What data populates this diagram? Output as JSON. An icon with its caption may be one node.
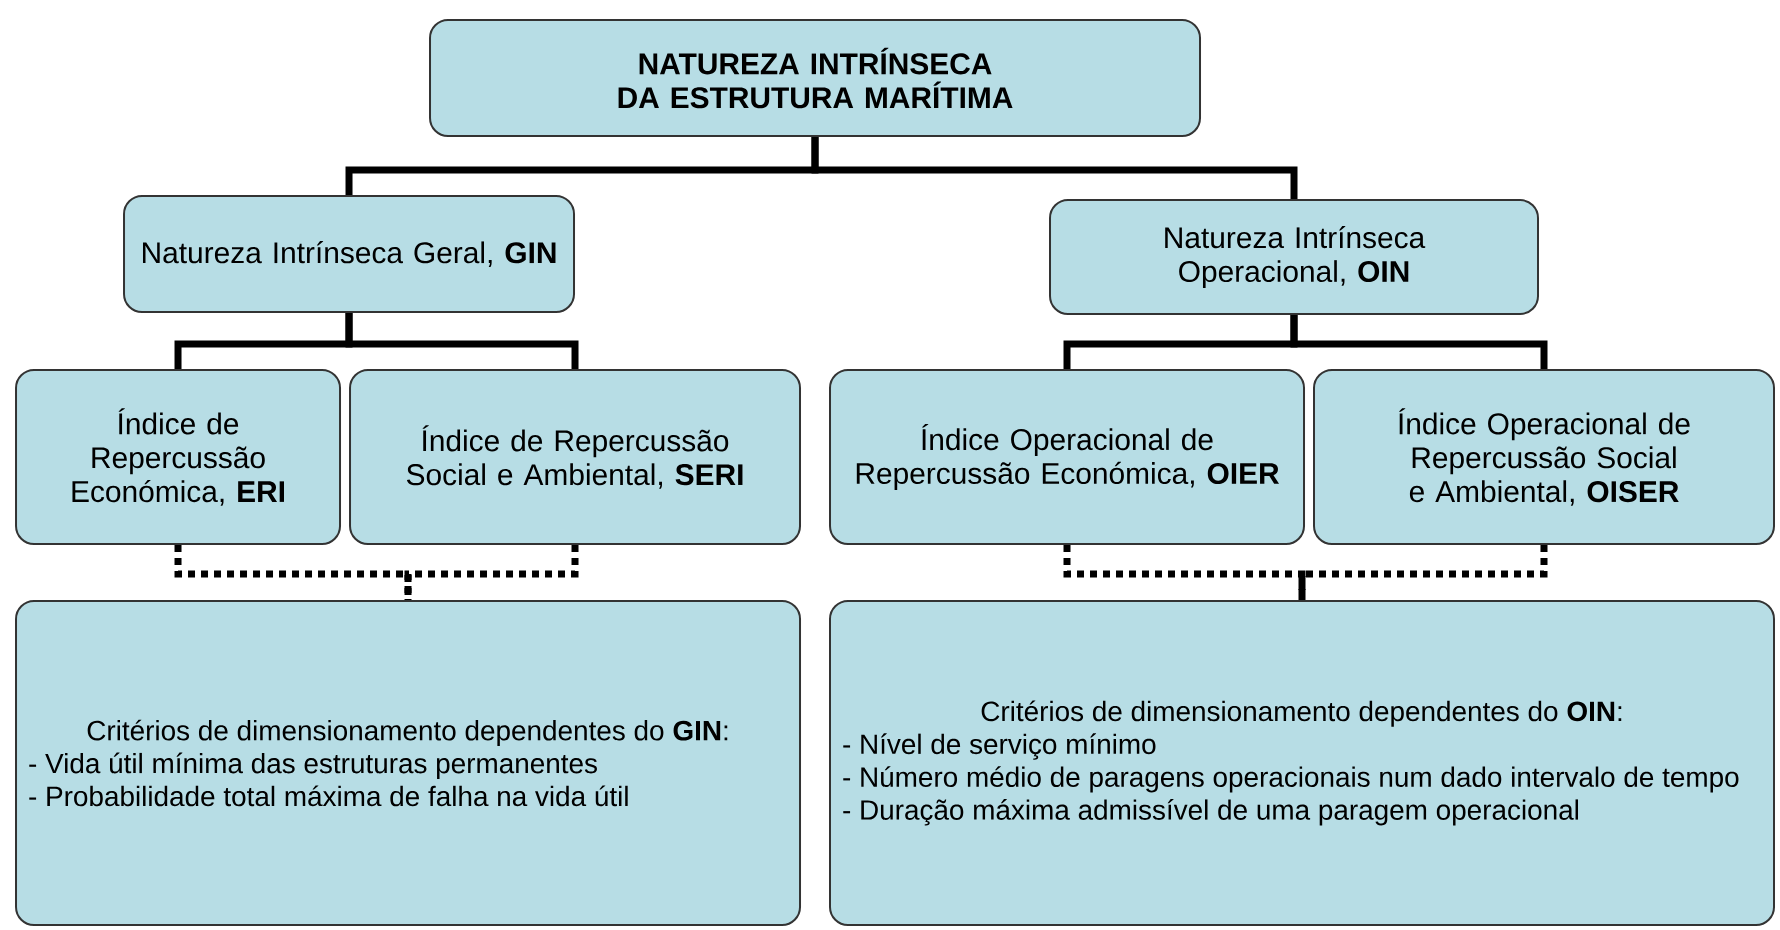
{
  "diagram": {
    "nodes": [
      {
        "text": [
          "NATUREZA INTRÍNSECA DA ESTRUTURA MARÍTIMA"
        ]
      },
      {
        "text": [
          "Natureza Intrínseca Geral, **GIN**"
        ]
      },
      {
        "text": [
          "Natureza Intrínseca Operacional, **OIN**"
        ]
      },
      {
        "text": [
          "Índice de Repercussão Económica, **ERI**"
        ]
      },
      {
        "text": [
          "Índice de Repercussão Social e Ambiental, **SERI**"
        ]
      },
      {
        "text": [
          "Índice Operacional de Repercussão Económica, **OIER**"
        ]
      },
      {
        "text": [
          "Índice Operacional de Repercussão Social e Ambiental, **OISER**"
        ]
      },
      {
        "text": [
          "Critérios de dimensionamento dependentes do **GIN**:",
          "- Vida útil mínima das estruturas permanentes",
          "- Probabilidade total máxima de falha na vida útil"
        ]
      },
      {
        "text": [
          "Critérios de dimensionamento dependentes do **OIN**:",
          "- Nível de serviço mínimo",
          "- Número médio de paragens operacionais num dado intervalo de tempo",
          "- Duração máxima admissível de uma paragem operacional"
        ]
      }
    ],
    "edges": [
      {
        "from": 0,
        "to": 1,
        "arrow": "none"
      },
      {
        "from": 0,
        "to": 2,
        "arrow": "none"
      },
      {
        "from": 1,
        "to": 3,
        "arrow": "none"
      },
      {
        "from": 1,
        "to": 4,
        "arrow": "none"
      },
      {
        "from": 2,
        "to": 5,
        "arrow": "none"
      },
      {
        "from": 2,
        "to": 6,
        "arrow": "none"
      },
      {
        "from": 3,
        "to": 7,
        "arrow": "none",
        "style": "dashed"
      },
      {
        "from": 4,
        "to": 7,
        "arrow": "none",
        "style": "dashed"
      },
      {
        "from": 5,
        "to": 8,
        "arrow": "none",
        "style": "dashed"
      },
      {
        "from": 6,
        "to": 8,
        "arrow": "none",
        "style": "dashed"
      }
    ]
  }
}
